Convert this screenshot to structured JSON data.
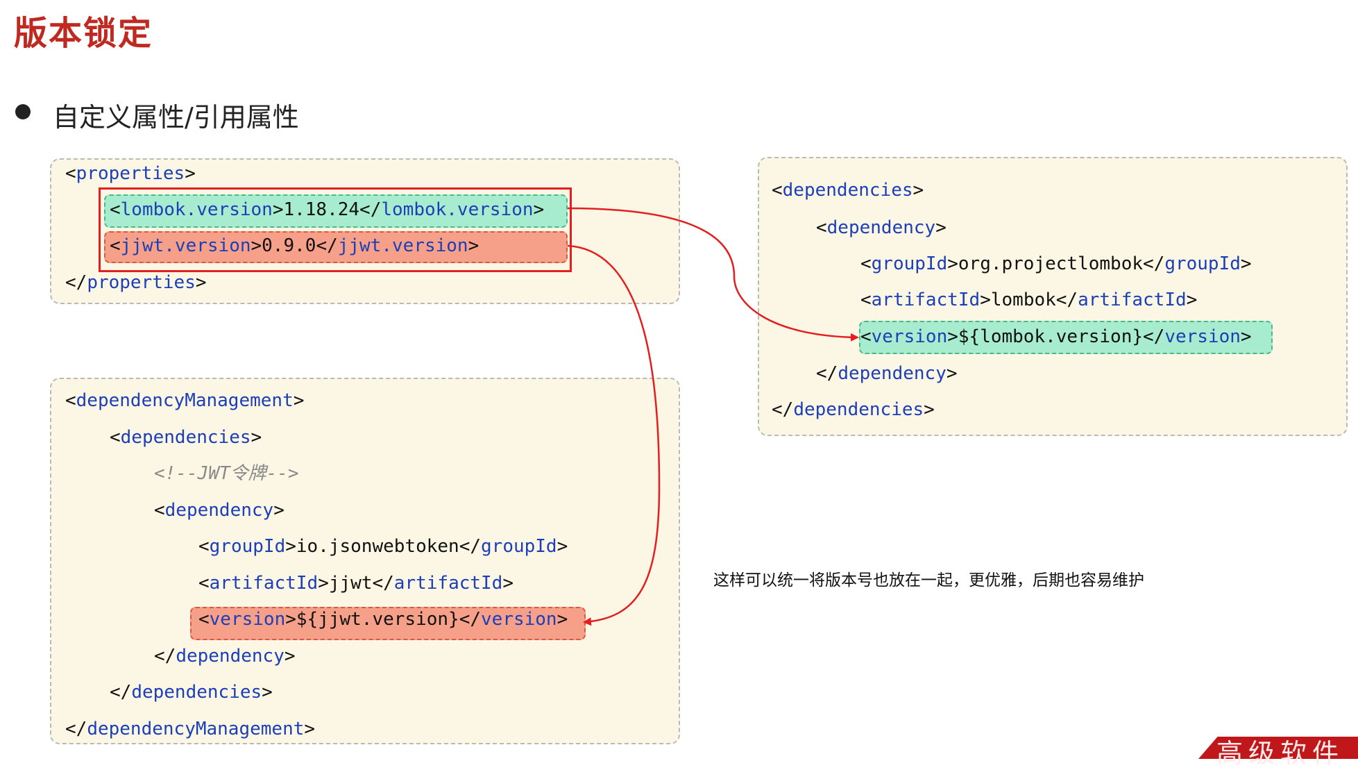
{
  "page": {
    "title": "版本锁定",
    "bullet": "自定义属性/引用属性",
    "note": "这样可以统一将版本号也放在一起，更优雅，后期也容易维护",
    "corner_text": "高级软件",
    "accent_color": "#c0291f"
  },
  "properties_block": {
    "open": "properties",
    "lines": [
      {
        "tag": "lombok.version",
        "value": "1.18.24"
      },
      {
        "tag": "jjwt.version",
        "value": "0.9.0"
      }
    ],
    "close": "properties"
  },
  "management_block": {
    "root": "dependencyManagement",
    "deps": "dependencies",
    "comment": "<!--JWT令牌-->",
    "dependency": "dependency",
    "group_tag": "groupId",
    "group_value": "io.jsonwebtoken",
    "artifact_tag": "artifactId",
    "artifact_value": "jjwt",
    "version_tag": "version",
    "version_value": "${jjwt.version}"
  },
  "dependencies_block": {
    "deps": "dependencies",
    "dependency": "dependency",
    "group_tag": "groupId",
    "group_value": "org.projectlombok",
    "artifact_tag": "artifactId",
    "artifact_value": "lombok",
    "version_tag": "version",
    "version_value": "${lombok.version}"
  }
}
